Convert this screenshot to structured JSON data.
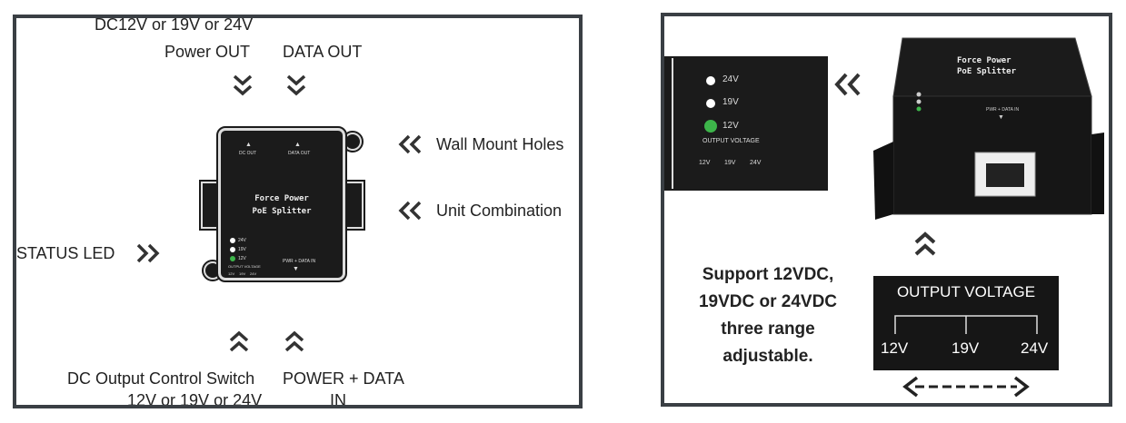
{
  "left_panel": {
    "top_label_dc": "DC12V or 19V or 24V",
    "top_label_power_out": "Power OUT",
    "top_label_data_out": "DATA OUT",
    "label_wall_mount": "Wall Mount Holes",
    "label_unit_combination": "Unit Combination",
    "label_status_led": "STATUS LED",
    "bottom_label_switch": "DC Output Control Switch",
    "bottom_label_switch_volt": "12V or 19V or 24V",
    "bottom_label_power_data": "POWER + DATA",
    "bottom_label_in": "IN",
    "device": {
      "port_dc_out": "DC OUT",
      "port_data_out": "DATA OUT",
      "brand": "Force Power",
      "model": "PoE Splitter",
      "led_24": "24V",
      "led_19": "19V",
      "led_12": "12V",
      "output_voltage": "OUTPUT VOLTAGE",
      "port_in": "PWR + DATA IN",
      "sw_12": "12V",
      "sw_19": "19V",
      "sw_24": "24V"
    }
  },
  "right_panel": {
    "zoom": {
      "led_24": "24V",
      "led_19": "19V",
      "led_12": "12V",
      "output_voltage": "OUTPUT VOLTAGE",
      "sw_12": "12V",
      "sw_19": "19V",
      "sw_24": "24V"
    },
    "device": {
      "brand": "Force Power",
      "model": "PoE Splitter",
      "port_in": "PWR + DATA IN"
    },
    "support_line1": "Support 12VDC,",
    "support_line2": "19VDC or 24VDC",
    "support_line3": "three range",
    "support_line4": "adjustable.",
    "switch_box": {
      "title": "OUTPUT VOLTAGE",
      "v12": "12V",
      "v19": "19V",
      "v24": "24V"
    }
  },
  "colors": {
    "frame": "#3a3f44",
    "device": "#1b1b1b",
    "led_green": "#3db54a"
  }
}
